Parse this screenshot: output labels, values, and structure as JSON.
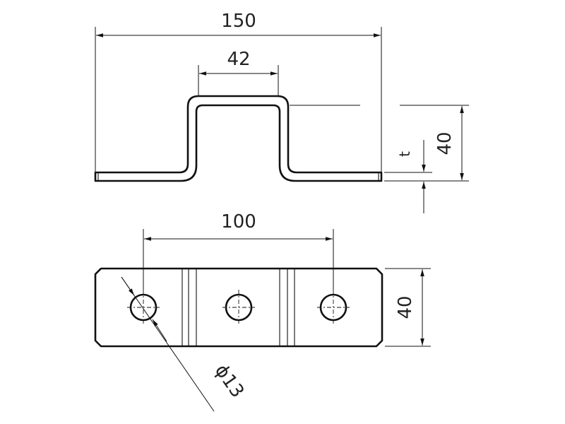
{
  "dimensions": {
    "overall_length": "150",
    "channel_width": "42",
    "height_side": "40",
    "thickness": "t",
    "hole_spacing": "100",
    "height_plan": "40",
    "hole_diameter": "ϕ13"
  }
}
